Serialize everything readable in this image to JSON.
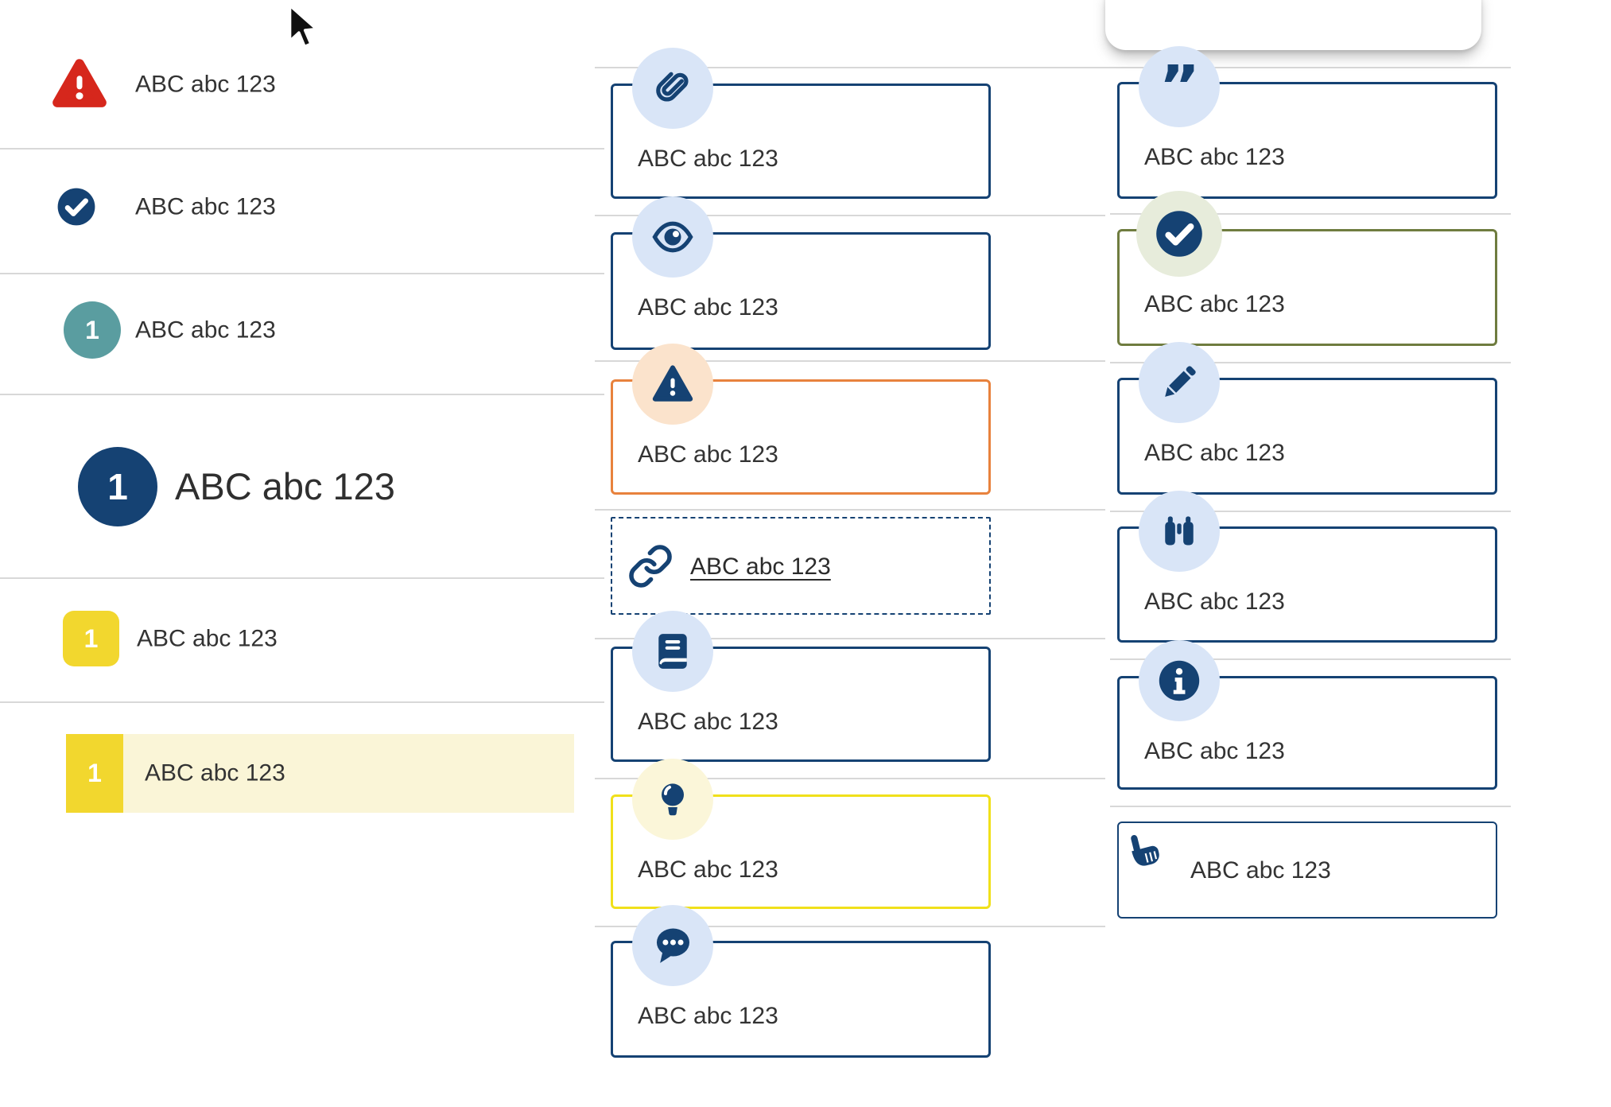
{
  "colors": {
    "navy": "#154273",
    "red": "#d6271c",
    "teal": "#5a9da0",
    "yellow": "#f2d72e",
    "yellow_border": "#f0e01a",
    "pale_yellow": "#faf5d7",
    "pale_yellow_circle": "#fbf6d9",
    "light_blue": "#d9e5f7",
    "peach": "#fbe3cc",
    "orange": "#e8823d",
    "olive": "#6f7c3f",
    "pale_green": "#e7ecdb",
    "divider": "#d8d8d8",
    "text": "#333333"
  },
  "left_list": {
    "items": [
      {
        "icon": "alert-triangle-icon",
        "badge": "",
        "label": "ABC abc 123",
        "variant": "alert"
      },
      {
        "icon": "check-circle-icon",
        "badge": "",
        "label": "ABC abc 123",
        "variant": "check"
      },
      {
        "icon": "number-badge",
        "badge": "1",
        "label": "ABC abc 123",
        "variant": "teal-step"
      },
      {
        "icon": "number-badge",
        "badge": "1",
        "label": "ABC abc 123",
        "variant": "big-step"
      },
      {
        "icon": "number-badge",
        "badge": "1",
        "label": "ABC abc 123",
        "variant": "yellow-step"
      },
      {
        "icon": "number-badge",
        "badge": "1",
        "label": "ABC abc 123",
        "variant": "yellow-step-selected"
      }
    ]
  },
  "middle_cards": [
    {
      "icon": "paperclip-icon",
      "label": "ABC abc 123",
      "variant": "default"
    },
    {
      "icon": "eye-icon",
      "label": "ABC abc 123",
      "variant": "default"
    },
    {
      "icon": "warning-triangle-icon",
      "label": "ABC abc 123",
      "variant": "warning"
    },
    {
      "icon": "link-icon",
      "label": "ABC abc 123",
      "variant": "link"
    },
    {
      "icon": "book-icon",
      "label": "ABC abc 123",
      "variant": "default"
    },
    {
      "icon": "lightbulb-icon",
      "label": "ABC abc 123",
      "variant": "tip"
    },
    {
      "icon": "chat-icon",
      "label": "ABC abc 123",
      "variant": "default"
    }
  ],
  "right_cards": [
    {
      "icon": "quote-icon",
      "label": "ABC abc 123",
      "variant": "default"
    },
    {
      "icon": "check-circle-icon",
      "label": "ABC abc 123",
      "variant": "success"
    },
    {
      "icon": "pencil-icon",
      "label": "ABC abc 123",
      "variant": "default"
    },
    {
      "icon": "binoculars-icon",
      "label": "ABC abc 123",
      "variant": "default"
    },
    {
      "icon": "info-icon",
      "label": "ABC abc 123",
      "variant": "default"
    },
    {
      "icon": "hand-point-icon",
      "label": "ABC abc 123",
      "variant": "action"
    }
  ]
}
